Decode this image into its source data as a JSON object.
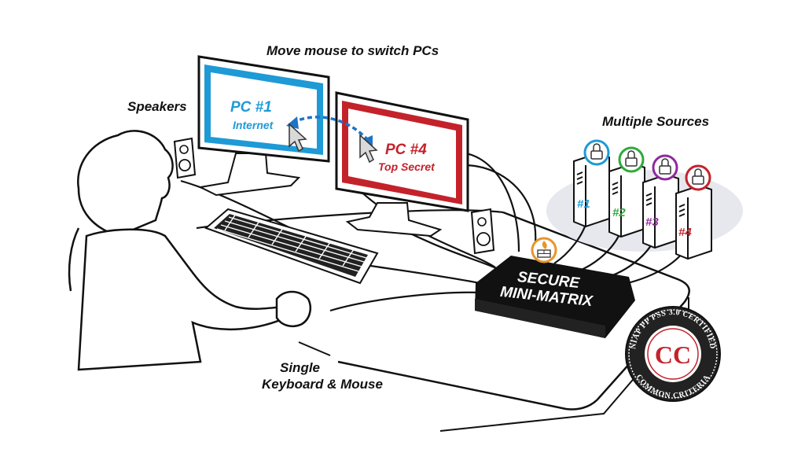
{
  "labels": {
    "move_mouse": "Move mouse to switch PCs",
    "speakers": "Speakers",
    "multiple_sources": "Multiple Sources",
    "single": "Single",
    "keyboard_mouse": "Keyboard & Mouse"
  },
  "monitors": [
    {
      "title": "PC #1",
      "subtitle": "Internet",
      "color": "#1e9ad6"
    },
    {
      "title": "PC #4",
      "subtitle": "Top Secret",
      "color": "#c4222b"
    }
  ],
  "sources": [
    {
      "label": "#1",
      "color": "#1e9ad6"
    },
    {
      "label": "#2",
      "color": "#2eaa3a"
    },
    {
      "label": "#3",
      "color": "#8e2a9c"
    },
    {
      "label": "#4",
      "color": "#c4222b"
    }
  ],
  "matrix": {
    "line1": "SECURE",
    "line2": "MINI-MATRIX"
  },
  "badge": {
    "top_text": "NIAP PP PSS 3.0 CERTIFIED",
    "bottom_text": "COMMON CRITERIA",
    "logo_text": "CC"
  },
  "icons": [
    "padlock-icon",
    "firewall-icon",
    "mouse-cursor-icon",
    "speaker-icon"
  ],
  "colors": {
    "ink": "#111111",
    "desk_shadow": "#e6e8ee",
    "accent_orange": "#e8952a"
  }
}
